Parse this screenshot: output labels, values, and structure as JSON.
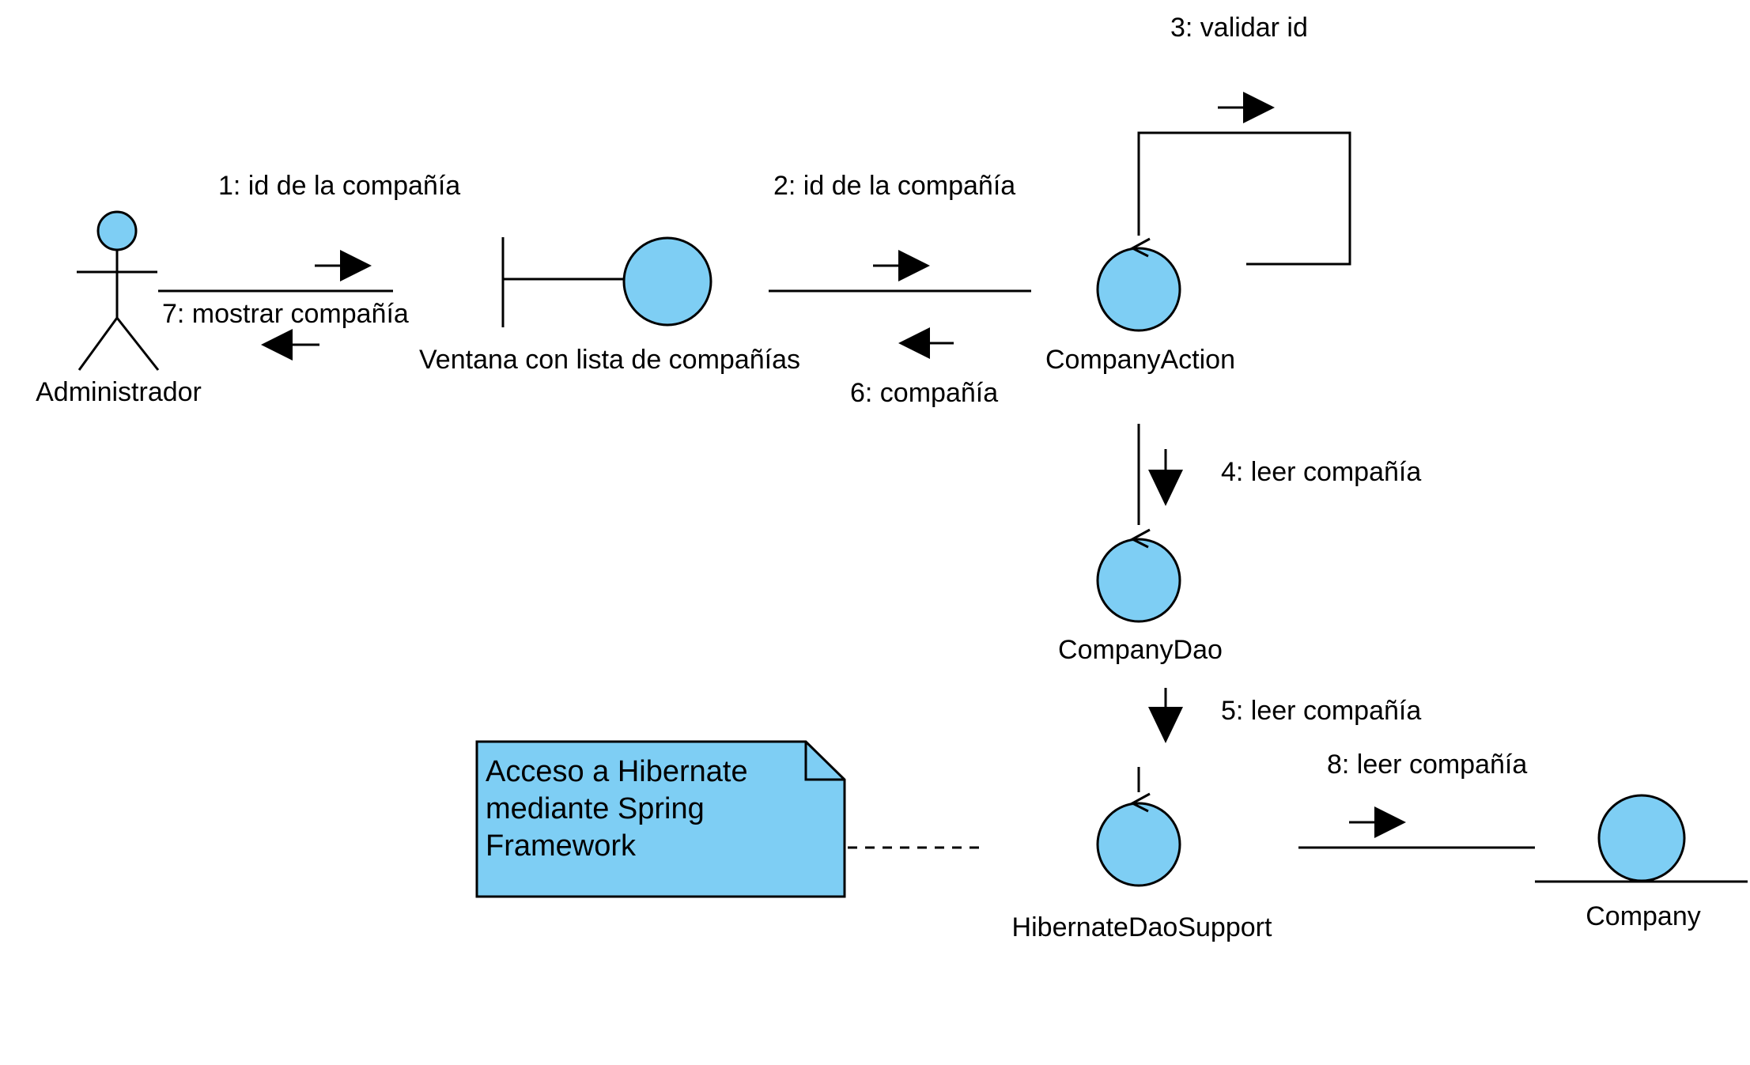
{
  "colors": {
    "object_fill": "#7ecef4",
    "stroke": "#000000",
    "background": "#ffffff"
  },
  "actor": {
    "name": "Administrador"
  },
  "objects": {
    "boundary": "Ventana con lista de compañías",
    "company_action": "CompanyAction",
    "company_dao": "CompanyDao",
    "hibernate_dao_support": "HibernateDaoSupport",
    "company_entity": "Company"
  },
  "messages": {
    "m1": "1: id de la compañía",
    "m2": "2: id de la compañía",
    "m3": "3: validar id",
    "m4": "4: leer compañía",
    "m5": "5: leer compañía",
    "m6": "6: compañía",
    "m7": "7: mostrar compañía",
    "m8": "8: leer compañía"
  },
  "note": {
    "lines": [
      "Acceso a Hibernate",
      "mediante Spring",
      "Framework"
    ]
  }
}
